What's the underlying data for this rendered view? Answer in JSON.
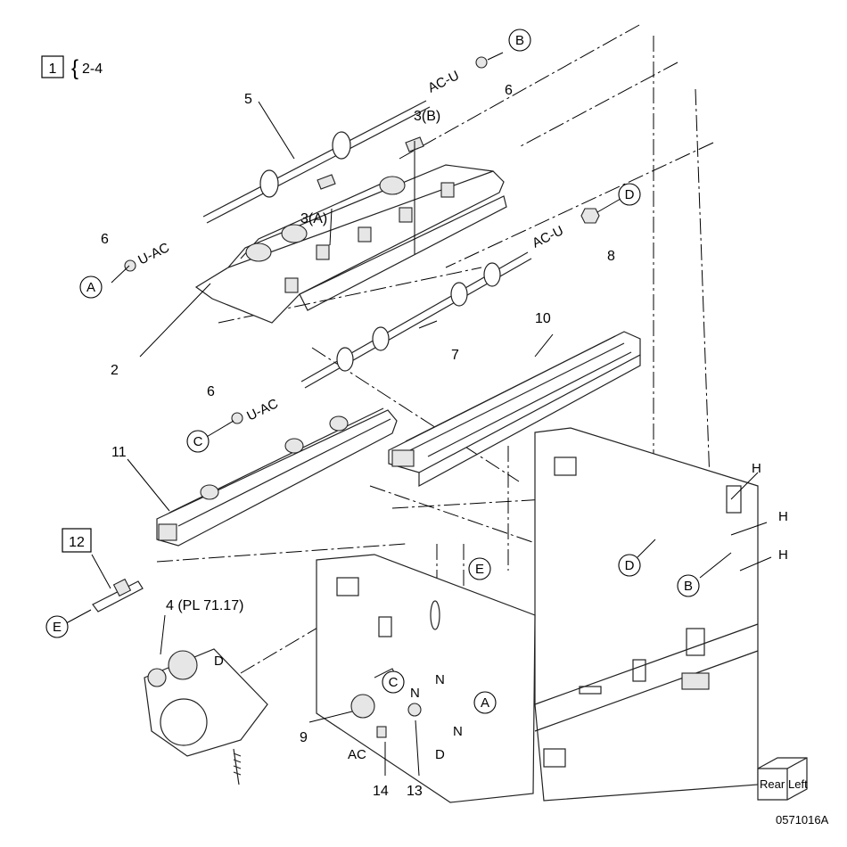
{
  "header": {
    "ref_box": "1",
    "brace": "{",
    "ref_range": "2-4"
  },
  "part_labels": {
    "p2": "2",
    "p3a": "3(A)",
    "p3b": "3(B)",
    "p4": "4 (PL 71.17)",
    "p5": "5",
    "p6a": "6",
    "p6b": "6",
    "p6c": "6",
    "p7": "7",
    "p8": "8",
    "p9": "9",
    "p10": "10",
    "p11": "11",
    "p12": "12",
    "p13": "13",
    "p14": "14"
  },
  "callouts": {
    "A1": "A",
    "A2": "A",
    "B1": "B",
    "B2": "B",
    "C1": "C",
    "C2": "C",
    "D1": "D",
    "D2": "D",
    "E1": "E",
    "E2": "E"
  },
  "sequences": {
    "ac_u_top": "AC-U",
    "ac_u_left": "U-AC",
    "ac_u_right": "AC-U",
    "ac_u_mid": "U-AC",
    "ac_bottom": "AC",
    "d_left": "D",
    "d_bottom": "D"
  },
  "letters": {
    "N1": "N",
    "N2": "N",
    "N3": "N",
    "H1": "H",
    "H2": "H",
    "H3": "H"
  },
  "orientation_cube": {
    "rear": "Rear",
    "left": "Left"
  },
  "figure_id": "0571016A"
}
